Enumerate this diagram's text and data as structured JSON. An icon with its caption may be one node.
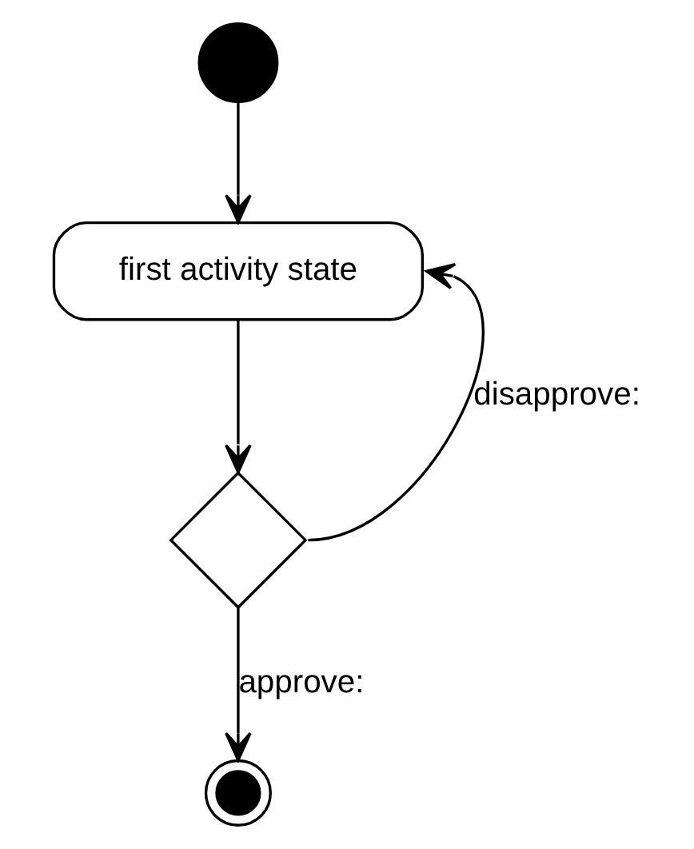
{
  "diagram": {
    "nodes": [
      {
        "text": [],
        "shape": "circle"
      },
      {
        "text": [
          "first activity state"
        ]
      },
      {
        "text": [],
        "shape": "diamond"
      },
      {
        "text": [],
        "shape": "circle"
      }
    ],
    "edges": [
      {
        "from": 0,
        "to": 1,
        "arrow": "to"
      },
      {
        "from": 1,
        "to": 2,
        "arrow": "to"
      },
      {
        "from": 2,
        "to": 1,
        "arrow": "to",
        "label": "disapprove:"
      },
      {
        "from": 2,
        "to": 3,
        "arrow": "to",
        "label": "approve:"
      }
    ]
  }
}
